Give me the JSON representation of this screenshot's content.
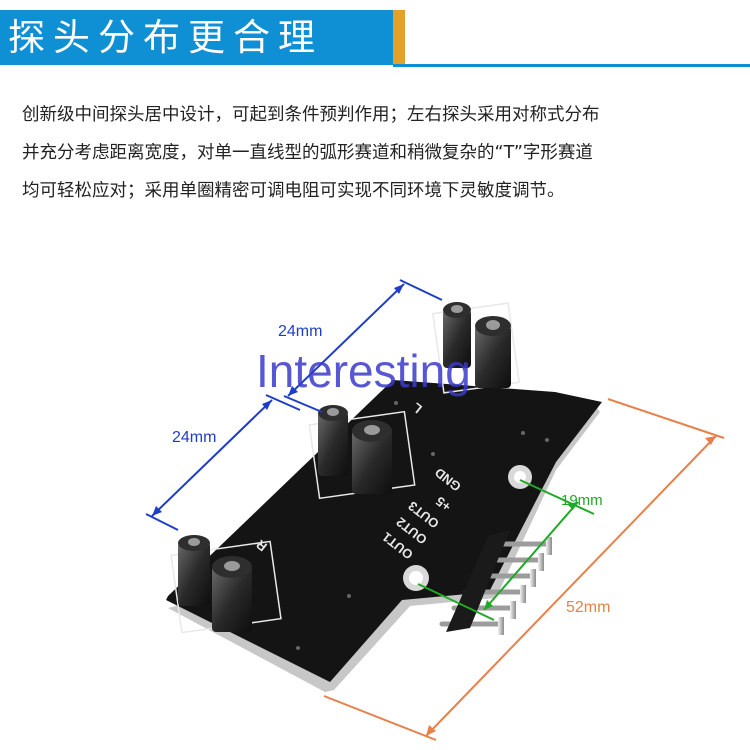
{
  "header": {
    "title": "探头分布更合理"
  },
  "description": {
    "lines": [
      "创新级中间探头居中设计，可起到条件预判作用；左右探头采用对称式分布",
      "并充分考虑距离宽度，对单一直线型的弧形赛道和稍微复杂的“T”字形赛道",
      "均可轻松应对；采用单圈精密可调电阻可实现不同环境下灵敏度调节。"
    ]
  },
  "watermark": "Interesting",
  "dimensions": {
    "top_spacing": "24mm",
    "left_spacing": "24mm",
    "pin_spacing": "19mm",
    "board_length": "52mm"
  },
  "silkscreen": {
    "gnd": "GND",
    "vcc": "+5",
    "out3": "OUT3",
    "out2": "OUT2",
    "out1": "OUT1",
    "r": "R",
    "l": "L"
  },
  "colors": {
    "header_blue": "#0f8fd4",
    "header_gold": "#e1a12b",
    "dim_blue": "#1f3ec8",
    "dim_green": "#22a827",
    "dim_orange": "#e8804a",
    "watermark": "#3a3acb"
  }
}
